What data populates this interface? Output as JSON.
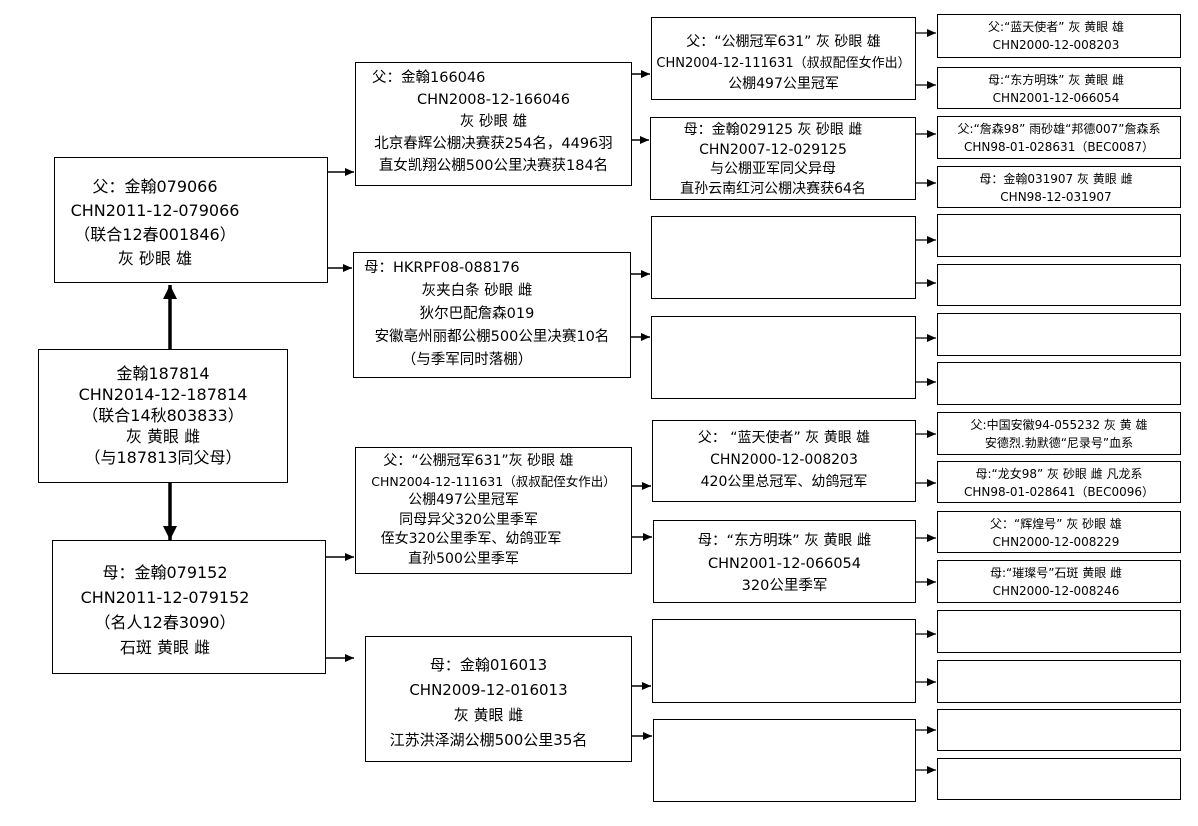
{
  "subject": {
    "lines": [
      "金翰187814",
      "CHN2014-12-187814",
      "（联合14秋803833）",
      "灰 黄眼 雌",
      "（与187813同父母）"
    ]
  },
  "sire": {
    "lines": [
      "父：金翰079066",
      "CHN2011-12-079066",
      "（联合12春001846）",
      "灰 砂眼 雄"
    ]
  },
  "dam": {
    "lines": [
      "母：金翰079152",
      "CHN2011-12-079152",
      "（名人12春3090）",
      "石斑 黄眼 雌"
    ]
  },
  "grandparents": [
    {
      "lines": [
        "父：金翰166046",
        "CHN2008-12-166046",
        "灰 砂眼 雄",
        "北京春辉公棚决赛获254名，4496羽",
        "直女凯翔公棚500公里决赛获184名"
      ]
    },
    {
      "lines": [
        "母：HKRPF08-088176",
        "灰夹白条 砂眼 雌",
        "狄尔巴配詹森019",
        "安徽亳州丽都公棚500公里决赛10名",
        "（与季军同时落棚）"
      ]
    },
    {
      "lines": [
        "父：“公棚冠军631”灰 砂眼 雄",
        "CHN2004-12-111631（叔叔配侄女作出）",
        "公棚497公里冠军",
        "同母异父320公里季军",
        "侄女320公里季军、幼鸽亚军",
        "直孙500公里季军"
      ]
    },
    {
      "lines": [
        "母：金翰016013",
        "CHN2009-12-016013",
        "灰 黄眼 雌",
        "江苏洪泽湖公棚500公里35名"
      ]
    }
  ],
  "great_grandparents": [
    {
      "lines": [
        "父：“公棚冠军631” 灰 砂眼 雄",
        "CHN2004-12-111631（叔叔配侄女作出）",
        "公棚497公里冠军"
      ]
    },
    {
      "lines": [
        "母：金翰029125 灰 砂眼 雌",
        "CHN2007-12-029125",
        "与公棚亚军同父异母",
        "直孙云南红河公棚决赛获64名"
      ]
    },
    {
      "lines": []
    },
    {
      "lines": []
    },
    {
      "lines": [
        "父： “蓝天使者” 灰 黄眼 雄",
        "CHN2000-12-008203",
        "420公里总冠军、幼鸽冠军"
      ]
    },
    {
      "lines": [
        "母：“东方明珠” 灰 黄眼 雌",
        "CHN2001-12-066054",
        "320公里季军"
      ]
    },
    {
      "lines": []
    },
    {
      "lines": []
    }
  ],
  "great_great_grandparents": [
    {
      "lines": [
        "父:“蓝天使者” 灰 黄眼 雄",
        "CHN2000-12-008203"
      ]
    },
    {
      "lines": [
        "母:“东方明珠” 灰 黄眼 雌",
        "CHN2001-12-066054"
      ]
    },
    {
      "lines": [
        "父:“詹森98” 雨砂雄“邦德007”詹森系",
        "CHN98-01-028631（BEC0087）"
      ]
    },
    {
      "lines": [
        "母：金翰031907 灰 黄眼 雌",
        "CHN98-12-031907"
      ]
    },
    {
      "lines": []
    },
    {
      "lines": []
    },
    {
      "lines": []
    },
    {
      "lines": []
    },
    {
      "lines": [
        "父:中国安徽94-055232 灰 黄 雄",
        "安德烈.勃默德“尼录号”血系"
      ]
    },
    {
      "lines": [
        "母:“龙女98” 灰 砂眼 雌 凡龙系",
        "CHN98-01-028641（BEC0096）"
      ]
    },
    {
      "lines": [
        "父：“辉煌号” 灰 砂眼 雄",
        "CHN2000-12-008229"
      ]
    },
    {
      "lines": [
        "母:“璀璨号”石斑 黄眼 雌",
        "CHN2000-12-008246"
      ]
    },
    {
      "lines": []
    },
    {
      "lines": []
    },
    {
      "lines": []
    },
    {
      "lines": []
    }
  ]
}
